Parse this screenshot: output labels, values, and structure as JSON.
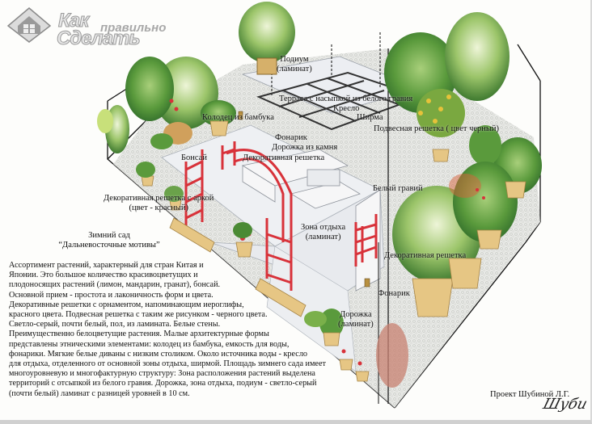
{
  "logo": {
    "word1": "Как",
    "word2": "правильно",
    "word3": "Сделать",
    "icon": "house-diamond-icon"
  },
  "title": {
    "line1": "Зимний сад",
    "line2": "“Дальневосточные мотивы”"
  },
  "labels": {
    "podium": "Подиум",
    "podium_sub": "(ламинат)",
    "terrace": "Терраса с насыпкой из белого гравия",
    "armchair": "Кресло",
    "screen": "Ширма",
    "well": "Колодец из бамбука",
    "hanging_grid": "Подвесная решетка ( цвет черный)",
    "lantern_top": "Фонарик",
    "stone_path": "Дорожка из камня",
    "bonsai": "Бонсай",
    "deco_grid_top": "Декоративная решетка",
    "arch_grid": "Декоративная решетка с аркой",
    "arch_grid_sub": "(цвет - красный)",
    "white_gravel": "Белый гравий",
    "rest_zone": "Зона отдыха",
    "rest_zone_sub": "(ламинат)",
    "deco_grid_right": "Декоративная решетка",
    "lantern_right": "Фонарик",
    "path": "Дорожка",
    "path_sub": "(ламинат)"
  },
  "description": [
    "Ассортимент растений, характерный для стран Китая и",
    "Японии. Это большое количество красивоцветущих и",
    "плодоносящих растений (лимон, мандарин, гранат), бонсай.",
    "Основной прием - простота и лаконичность форм и цвета.",
    "Декоративные решетки с орнаментом, напоминающим иероглифы,",
    "красного цвета. Подвесная  решетка с таким же рисунком - черного цвета.",
    "Светло-серый, почти белый, пол, из ламината. Белые стены.",
    " Преимущественно белоцветущие растения.  Малые архитектурные формы",
    " представлены этническими элементами: колодец из бамбука, емкость для воды,",
    " фонарики. Мягкие белые диваны с низким столиком. Около источника воды - кресло",
    "для отдыха, отделенного от основной зоны отдыха, ширмой.  Площадь зимнего сада имеет",
    " многоуровневую  и многофактурную структуру:  Зона расположения растений выделена",
    "территорий с отсыпкой из белого гравия. Дорожка, зона отдыха, подиум - светло-серый",
    " (почти белый) ламинат с разницей уровней в 10 см."
  ],
  "credit": "Проект Шубиной Л.Г.",
  "signature": "Шуби",
  "colors": {
    "foliage_dark": "#2f6b2a",
    "foliage_mid": "#5a9a3c",
    "foliage_light": "#a8cf7a",
    "trellis_red": "#d8323a",
    "pot_tan": "#e2c27a",
    "floor_gray": "#e6e8ec",
    "gravel": "#d4d6d2",
    "line": "#111111"
  }
}
